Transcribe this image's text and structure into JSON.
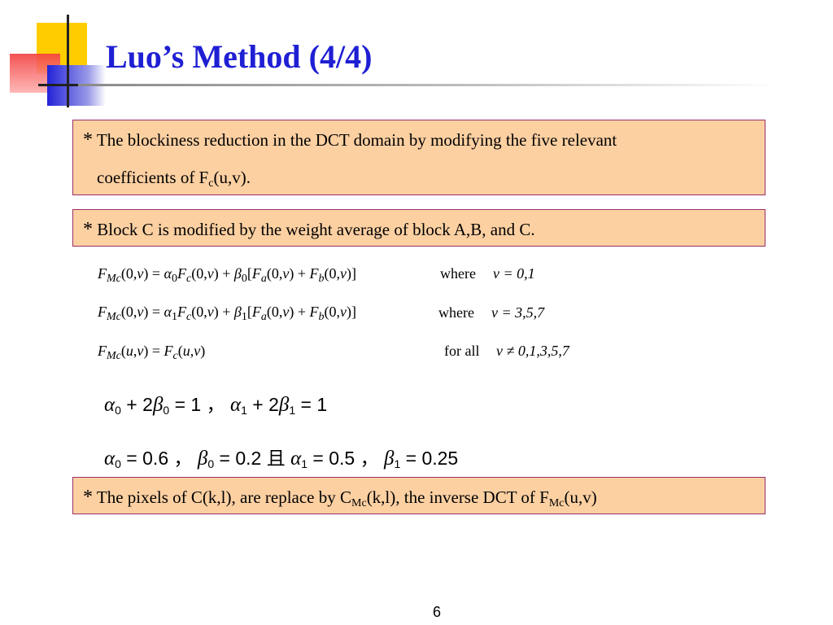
{
  "slide": {
    "title": "Luo’s Method (4/4)",
    "page_number": "6",
    "accent_colors": {
      "title": "#1f1fd4",
      "box_fill": "#fdd0a2",
      "box_border": "#9a2f6a"
    }
  },
  "bullets": {
    "marker": "*",
    "b1": {
      "line1": "The blockiness reduction in the DCT domain by modifying the five relevant",
      "line2_pre": "coefficients of F",
      "line2_sub": "c",
      "line2_post": "(u,v)."
    },
    "b2": {
      "text": "Block C is modified by the weight average of block A,B, and C."
    },
    "b3": {
      "pre": "The pixels of C(k,l), are replace by C",
      "sub1": "Mc",
      "mid": "(k,l), the inverse DCT of F",
      "sub2": "Mc",
      "post": "(u,v)"
    }
  },
  "equations": {
    "eq1": {
      "where": "where",
      "cond": "v = 0,1"
    },
    "eq2": {
      "where": "where",
      "cond": "v = 3,5,7"
    },
    "eq3": {
      "where": "for all",
      "cond": "v ≠ 0,1,3,5,7"
    },
    "constraint": "α0 + 2β0 = 1 ， α1 + 2β1 = 1",
    "values": "α0 = 0.6 ， β0 = 0.2 且 α1 = 0.5 ， β1 = 0.25",
    "separator": "，",
    "and_char": "且"
  }
}
